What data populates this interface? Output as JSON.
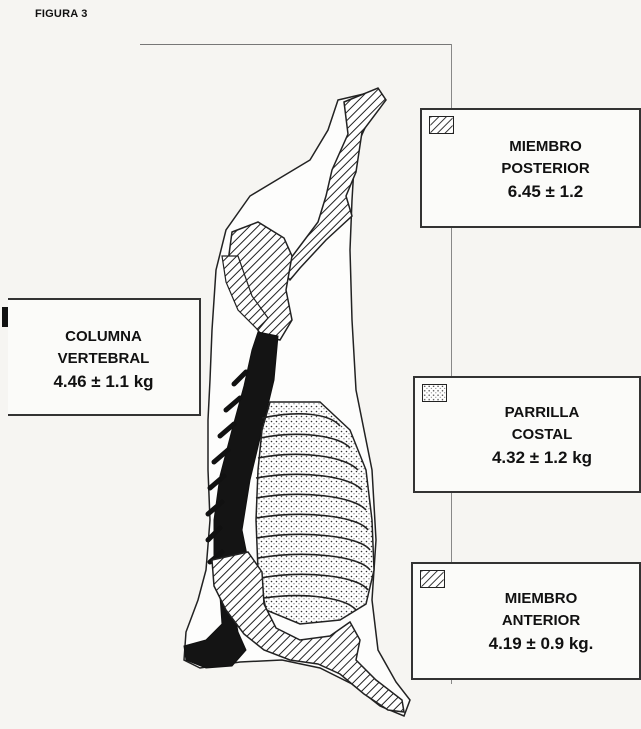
{
  "figure_label": "FIGURA 3",
  "legend": {
    "miembro_posterior": {
      "line1": "MIEMBRO",
      "line2": "POSTERIOR",
      "value": "6.45 ± 1.2",
      "pattern": "diagonal-hatch"
    },
    "columna_vertebral": {
      "line1": "COLUMNA",
      "line2": "VERTEBRAL",
      "value": "4.46 ± 1.1 kg",
      "pattern": "solid-black"
    },
    "parrilla_costal": {
      "line1": "PARRILLA",
      "line2": "COSTAL",
      "value": "4.32 ± 1.2 kg",
      "pattern": "stipple-dots"
    },
    "miembro_anterior": {
      "line1": "MIEMBRO",
      "line2": "ANTERIOR",
      "value": "4.19 ± 0.9 kg.",
      "pattern": "diagonal-hatch"
    }
  },
  "colors": {
    "ink": "#111111",
    "paper": "#f6f5f2"
  }
}
